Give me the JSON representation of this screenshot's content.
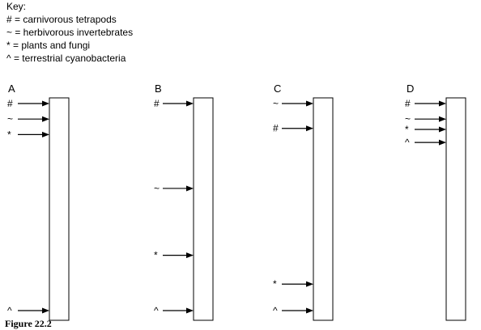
{
  "key": {
    "title": "Key:",
    "items": [
      "# = carnivorous tetrapods",
      "~ = herbivorous invertebrates",
      "* = plants and fungi",
      "^ = terrestrial cyanobacteria"
    ]
  },
  "columns": [
    {
      "label": "A",
      "markers": [
        {
          "symbol": "#",
          "pos": 0.0
        },
        {
          "symbol": "~",
          "pos": 0.075
        },
        {
          "symbol": "*",
          "pos": 0.15
        },
        {
          "symbol": "^",
          "pos": 1.0
        }
      ]
    },
    {
      "label": "B",
      "markers": [
        {
          "symbol": "#",
          "pos": 0.0
        },
        {
          "symbol": "~",
          "pos": 0.41
        },
        {
          "symbol": "*",
          "pos": 0.733
        },
        {
          "symbol": "^",
          "pos": 1.0
        }
      ]
    },
    {
      "label": "C",
      "markers": [
        {
          "symbol": "~",
          "pos": 0.0
        },
        {
          "symbol": "#",
          "pos": 0.12
        },
        {
          "symbol": "*",
          "pos": 0.872
        },
        {
          "symbol": "^",
          "pos": 1.0
        }
      ]
    },
    {
      "label": "D",
      "markers": [
        {
          "symbol": "#",
          "pos": 0.0
        },
        {
          "symbol": "~",
          "pos": 0.075
        },
        {
          "symbol": "*",
          "pos": 0.125
        },
        {
          "symbol": "^",
          "pos": 0.188
        }
      ]
    }
  ],
  "caption": "Figure 22.2"
}
